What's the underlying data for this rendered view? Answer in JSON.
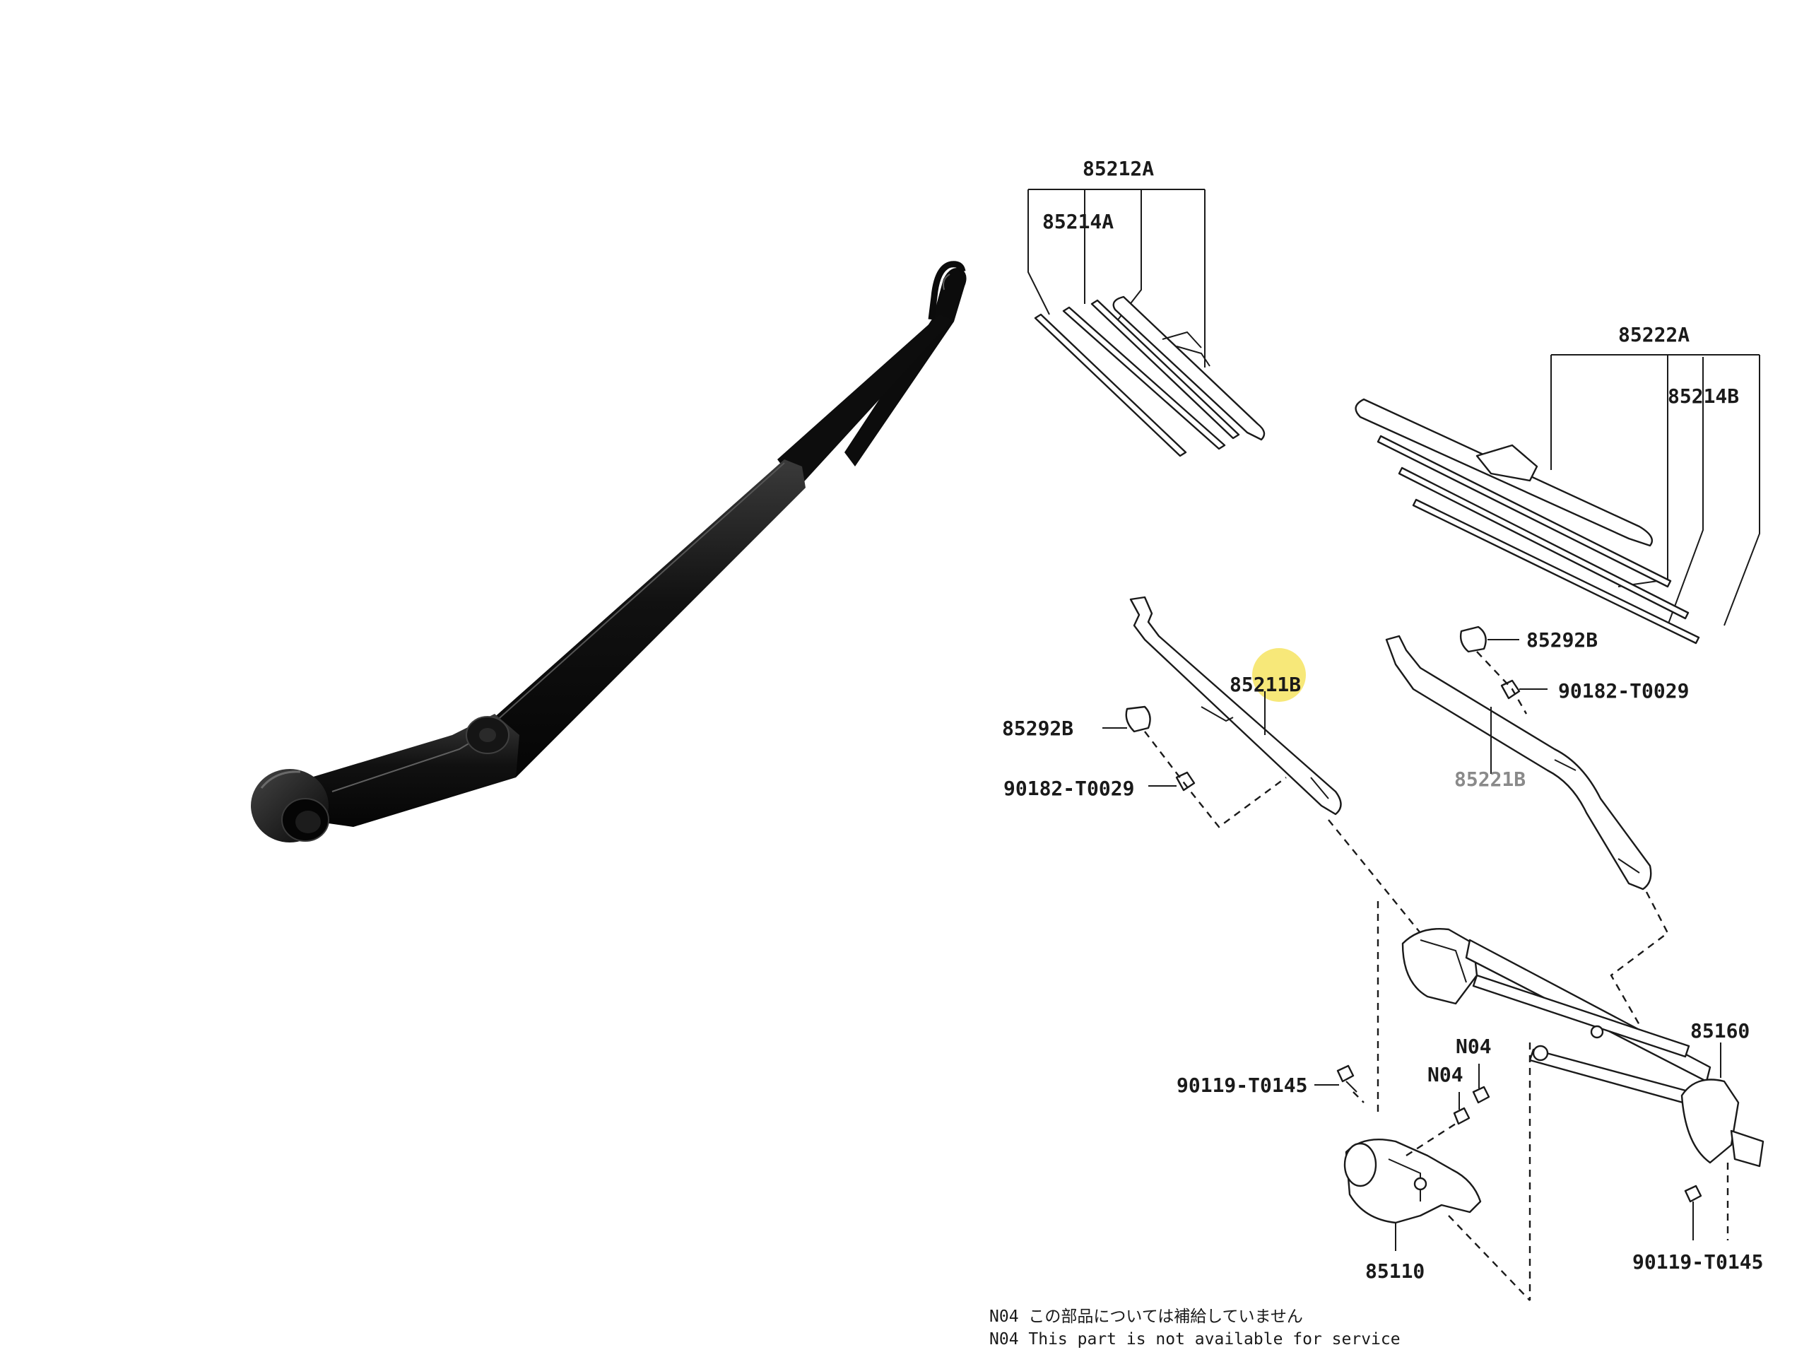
{
  "diagram": {
    "labels": {
      "blade_assy_a": "85212A",
      "blade_rubber_a": "85214A",
      "blade_assy_b": "85222A",
      "blade_rubber_b": "85214B",
      "arm_left": "85211B",
      "arm_right": "85221B",
      "cap_left": "85292B",
      "cap_right": "85292B",
      "nut_left": "90182-T0029",
      "nut_right": "90182-T0029",
      "bolt_left": "90119-T0145",
      "bolt_right": "90119-T0145",
      "n04_upper": "N04",
      "n04_lower": "N04",
      "link_assy": "85160",
      "motor": "85110"
    },
    "notes": [
      "N04 この部品については補給していません",
      "N04 This part is not available for service"
    ],
    "highlight_color": "#f6e66a"
  }
}
